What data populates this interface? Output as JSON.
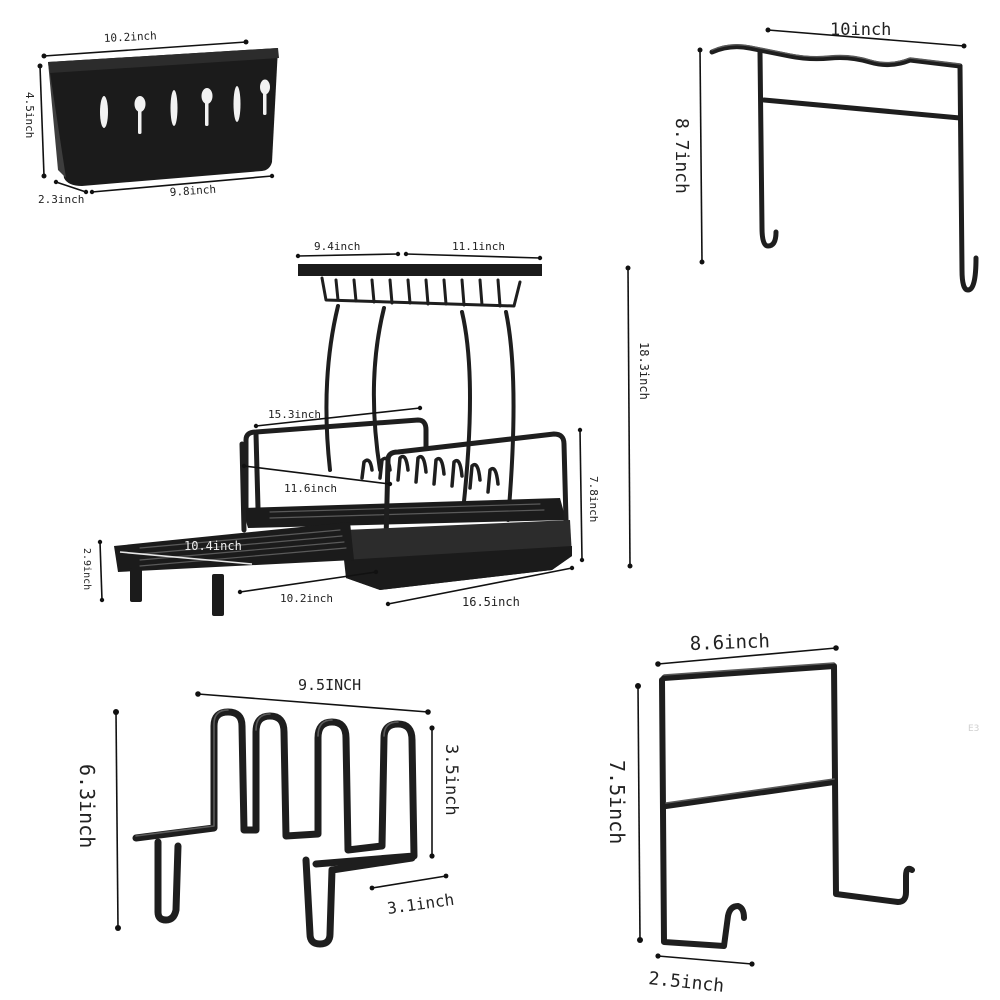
{
  "colors": {
    "product": "#1b1b1b",
    "background": "#ffffff",
    "dimension_line": "#111111"
  },
  "utensil_holder": {
    "top_width": "10.2inch",
    "height": "4.5inch",
    "depth": "2.3inch",
    "bottom_width": "9.8inch"
  },
  "cup_holder": {
    "width": "10inch",
    "height": "8.7inch"
  },
  "dish_rack": {
    "top_shelf_left": "9.4inch",
    "top_shelf_right": "11.1inch",
    "total_height": "18.3inch",
    "rack_length": "15.3inch",
    "rack_inner": "11.6inch",
    "rack_height": "7.8inch",
    "drainboard_length": "10.4inch",
    "leg_height": "2.9inch",
    "drainboard_width": "10.2inch",
    "base_length": "16.5inch"
  },
  "knife_rack": {
    "width": "9.5INCH",
    "height": "6.3inch",
    "inner_height": "3.5inch",
    "depth": "3.1inch"
  },
  "board_holder": {
    "width": "8.6inch",
    "height": "7.5inch",
    "depth": "2.5inch"
  },
  "corner_mark": "E3"
}
